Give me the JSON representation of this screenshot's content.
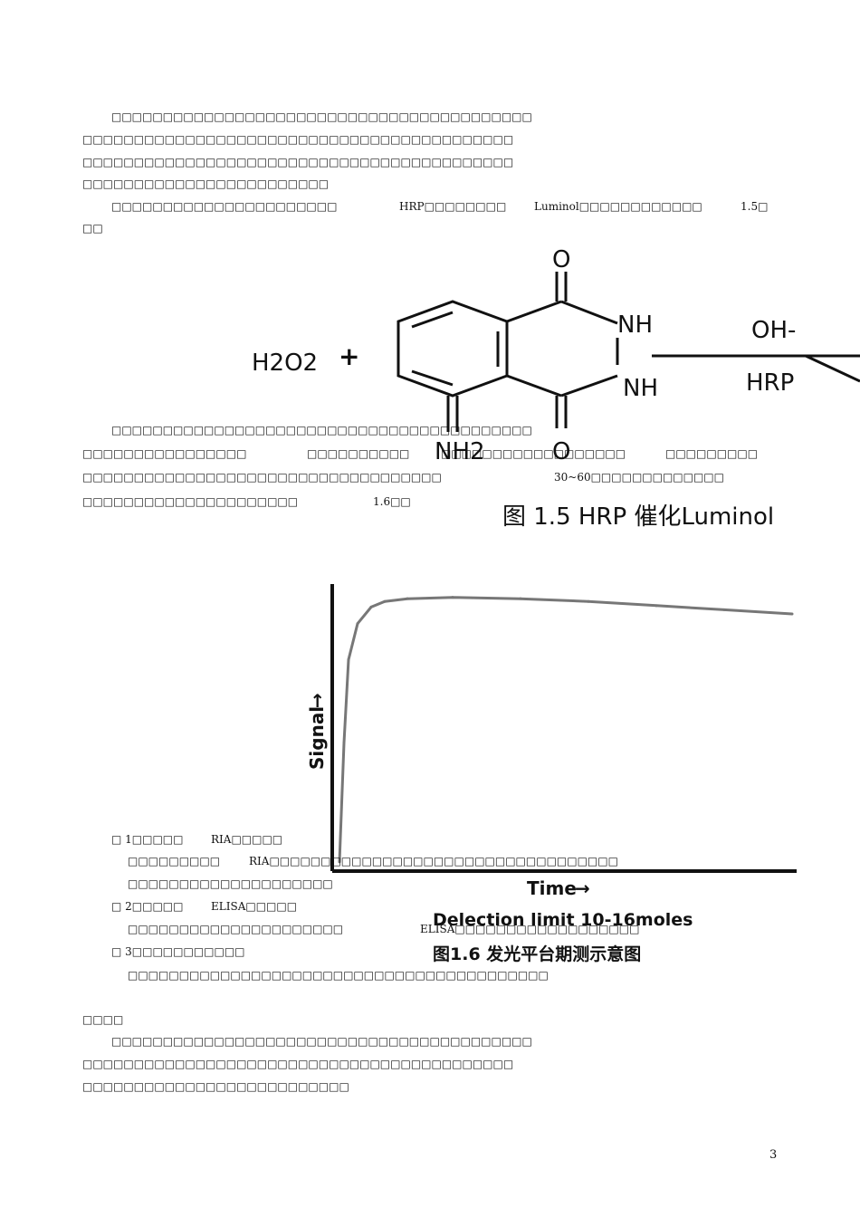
{
  "body_lines": [
    "□□□□□□□□□□□□□□□□□□□□□□□□□□□□□□□□□□□□□□□□□",
    "□□□□□□□□□□□□□□□□□□□□□□□□□□□□□□□□□□□□□□□□□□",
    "□□□□□□□□□□□□□□□□□□□□□□□□□□□□□□□□□□□□□□□□□□",
    "□□□□□□□□□□□□□□□□□□□□□□□□",
    "□□□□□□□□□□□□□□□□□□□□□□",
    "□□"
  ],
  "inline_terms": {
    "hrp": "HRP□□□□□□□□",
    "luminol": "Luminol□□□□□□□□□□□□",
    "fig_ref_15": "1.5□"
  },
  "scheme": {
    "reactant": "H2O2",
    "plus": "+",
    "atoms": {
      "o_top": "O",
      "nh_1": "NH",
      "nh_2": "NH",
      "o_bottom": "O",
      "nh2": "NH2"
    },
    "cond_top": "OH-",
    "cond_bottom": "HRP",
    "caption": "图 1.5  HRP   催化Luminol"
  },
  "para2": {
    "line1": "□□□□□□□□□□□□□□□□□□□□□□□□□□□□□□□□□□□□□□□□□",
    "line2_a": "□□□□□□□□□□□□□□□□",
    "line2_b": "□□□□□□□□□□",
    "line2_c": "□□□□□□□□□□□□□□□□□□",
    "line2_d": "□□□□□□□□□",
    "line3_a": "□□□□□□□□□□□□□□□□□□□□□□□□□□□□□□□□□□□",
    "line3_b": "30~60□□□□□□□□□□□□□",
    "line4_a": "□□□□□□□□□□□□□□□□□□□□□",
    "line4_b": "1.6□□"
  },
  "chart_data": {
    "type": "line",
    "title": "图1.6 发光平台期测示意图",
    "xlabel": "Time",
    "ylabel": "Signal",
    "annotation": "Delection limit 10-16moles",
    "x": [
      0,
      0.01,
      0.02,
      0.04,
      0.07,
      0.1,
      0.15,
      0.25,
      0.4,
      0.55,
      0.7,
      0.85,
      1.0
    ],
    "y": [
      0.02,
      0.45,
      0.75,
      0.88,
      0.94,
      0.96,
      0.97,
      0.975,
      0.97,
      0.96,
      0.945,
      0.93,
      0.915
    ],
    "xlim": [
      0,
      1
    ],
    "ylim": [
      0,
      1
    ],
    "grid": false
  },
  "list": {
    "item1_head_a": "□ 1□□□□□",
    "item1_head_b": "RIA□□□□□",
    "item1_l1_a": "□□□□□□□□□",
    "item1_l1_b": "RIA□□□□□□□□□□□□□□□□□□□□□□□□□□□□□□□□□□",
    "item1_l2": "□□□□□□□□□□□□□□□□□□□□",
    "item2_head_a": "□ 2□□□□□",
    "item2_head_b": "ELISA□□□□□",
    "item2_l1_a": "□□□□□□□□□□□□□□□□□□□□□",
    "item2_l1_b": "ELISA□□□□□□□□□□□□□□□□□□",
    "item3_head": "□ 3□□□□□□□□□□□",
    "item3_l1": "□□□□□□□□□□□□□□□□□□□□□□□□□□□□□□□□□□□□□□□□□"
  },
  "section_title": "□□□□",
  "tail_lines": [
    "□□□□□□□□□□□□□□□□□□□□□□□□□□□□□□□□□□□□□□□□□",
    "□□□□□□□□□□□□□□□□□□□□□□□□□□□□□□□□□□□□□□□□□□",
    "□□□□□□□□□□□□□□□□□□□□□□□□□□"
  ],
  "page_number": "3"
}
